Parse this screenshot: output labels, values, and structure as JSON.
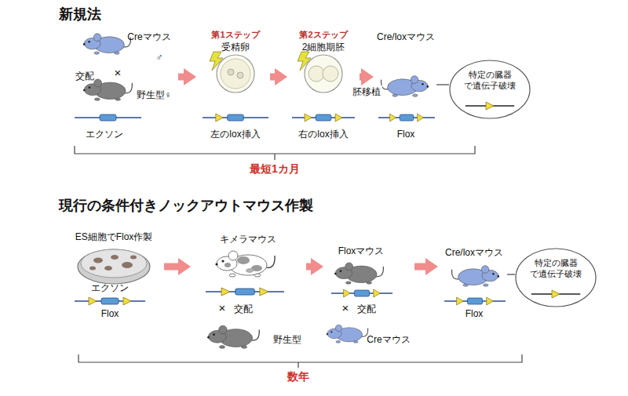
{
  "diagram": {
    "nodes": [
      {
        "text": [
          "Creマウス",
          "♂",
          "交配",
          "×",
          "野生型♀",
          "エクソン"
        ]
      },
      {
        "text": [
          "第1ステップ",
          "受精卵",
          "左のlox挿入"
        ]
      },
      {
        "text": [
          "第2ステップ",
          "2細胞期胚",
          "右のlox挿入"
        ]
      },
      {
        "text": [
          "Cre/loxマウス",
          "Flox"
        ]
      },
      {
        "text": [
          "特定の臓器 で遺伝子破壊"
        ]
      },
      {
        "text": [
          "ES細胞でFlox作製",
          "エクソン",
          "Flox"
        ]
      },
      {
        "text": [
          "キメラマウス",
          "×",
          "交配",
          "野生型"
        ]
      },
      {
        "text": [
          "Floxマウス",
          "×",
          "交配",
          "Creマウス"
        ]
      },
      {
        "text": [
          "Cre/loxマウス",
          "Flox"
        ]
      },
      {
        "text": [
          "特定の臓器 で遺伝子破壊"
        ]
      }
    ],
    "edges": [
      {
        "from": 0,
        "to": 1,
        "arrow": "to"
      },
      {
        "from": 1,
        "to": 2,
        "arrow": "to"
      },
      {
        "from": 2,
        "to": 3,
        "label": "胚移植",
        "arrow": "to"
      },
      {
        "from": 3,
        "to": 4,
        "arrow": "none"
      },
      {
        "from": 5,
        "to": 6,
        "arrow": "to"
      },
      {
        "from": 6,
        "to": 7,
        "arrow": "to"
      },
      {
        "from": 7,
        "to": 8,
        "arrow": "to"
      },
      {
        "from": 8,
        "to": 9,
        "arrow": "none"
      }
    ],
    "labels": [
      "新規法",
      "最短1カ月",
      "現行の条件付きノックアウトマウス作製",
      "数年"
    ]
  }
}
